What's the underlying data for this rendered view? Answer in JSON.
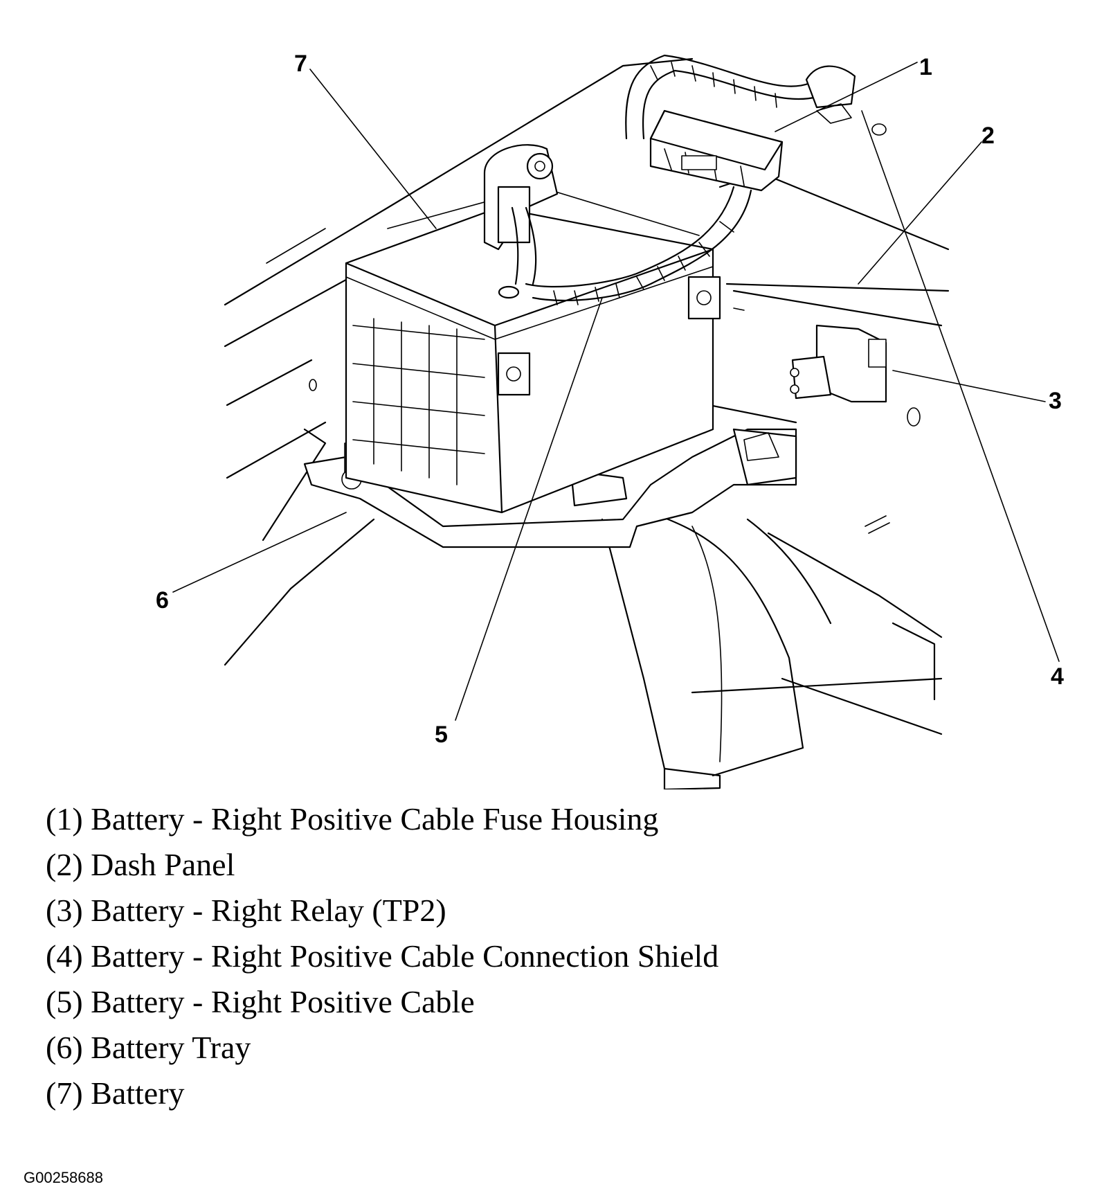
{
  "callouts": [
    {
      "number": "1"
    },
    {
      "number": "2"
    },
    {
      "number": "3"
    },
    {
      "number": "4"
    },
    {
      "number": "5"
    },
    {
      "number": "6"
    },
    {
      "number": "7"
    }
  ],
  "legend": [
    "(1) Battery - Right Positive Cable Fuse Housing",
    "(2) Dash Panel",
    "(3) Battery - Right Relay (TP2)",
    "(4) Battery - Right Positive Cable Connection Shield",
    "(5) Battery - Right Positive Cable",
    "(6) Battery Tray",
    "(7) Battery"
  ],
  "figure_id": "G00258688"
}
